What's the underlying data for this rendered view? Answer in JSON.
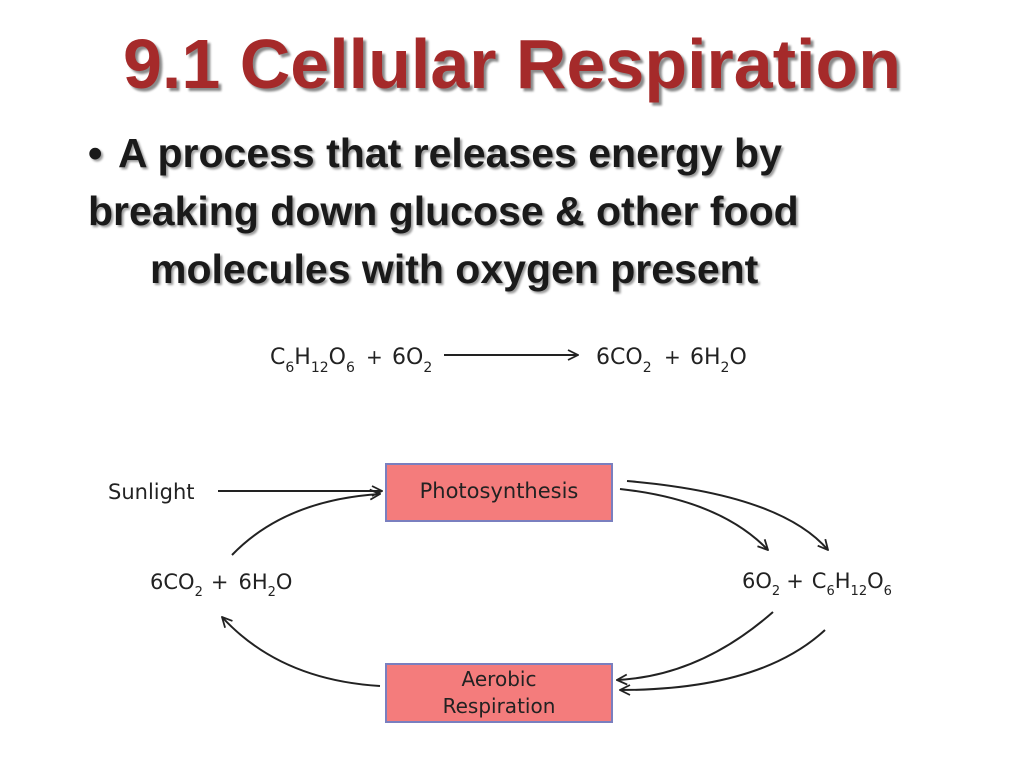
{
  "slide": {
    "title": "9.1 Cellular Respiration",
    "title_color": "#a52a2a",
    "bullet_symbol": "•",
    "bullet_lines": [
      "A process that releases energy by",
      "breaking down glucose & other food",
      "molecules with oxygen present"
    ]
  },
  "equation": {
    "reactant1": {
      "c": "C",
      "c_sub": "6",
      "h": "H",
      "h_sub": "12",
      "o": "O",
      "o_sub": "6"
    },
    "plus1": "+",
    "reactant2": {
      "coef": "6",
      "o": "O",
      "o_sub": "2"
    },
    "product1": {
      "coef": "6",
      "co": "CO",
      "o_sub": "2"
    },
    "plus2": "+",
    "product2": {
      "coef": "6",
      "h": "H",
      "h_sub": "2",
      "o": "O"
    }
  },
  "cycle": {
    "box_fill": "#f47c7c",
    "box_stroke": "#7a7fbf",
    "sunlight": "Sunlight",
    "photosynthesis": "Photosynthesis",
    "aerobic_line1": "Aerobic",
    "aerobic_line2": "Respiration",
    "left_products": {
      "coef1": "6",
      "co": "CO",
      "co_sub": "2",
      "plus": "+",
      "coef2": "6",
      "h": "H",
      "h_sub": "2",
      "o": "O"
    },
    "right_products": {
      "coef1": "6",
      "o": "O",
      "o_sub": "2",
      "plus": "+",
      "c": "C",
      "c_sub": "6",
      "h": "H",
      "h_sub": "12",
      "o2": "O",
      "o2_sub": "6"
    }
  }
}
